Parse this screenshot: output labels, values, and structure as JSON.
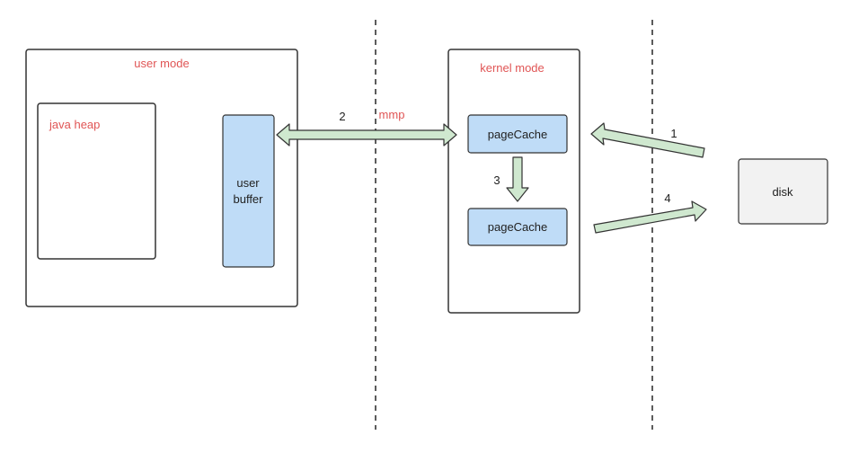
{
  "labels": {
    "user_mode": "user mode",
    "java_heap": "java heap",
    "user_buffer_line1": "user",
    "user_buffer_line2": "buffer",
    "kernel_mode": "kernel mode",
    "page_cache_top": "pageCache",
    "page_cache_bottom": "pageCache",
    "disk": "disk",
    "mmp": "mmp"
  },
  "steps": {
    "step1": "1",
    "step2": "2",
    "step3": "3",
    "step4": "4"
  },
  "colors": {
    "label_red": "#e05555",
    "buffer_fill": "#bfdcf7",
    "arrow_fill": "#cfe8cf",
    "disk_fill": "#f2f2f2"
  }
}
